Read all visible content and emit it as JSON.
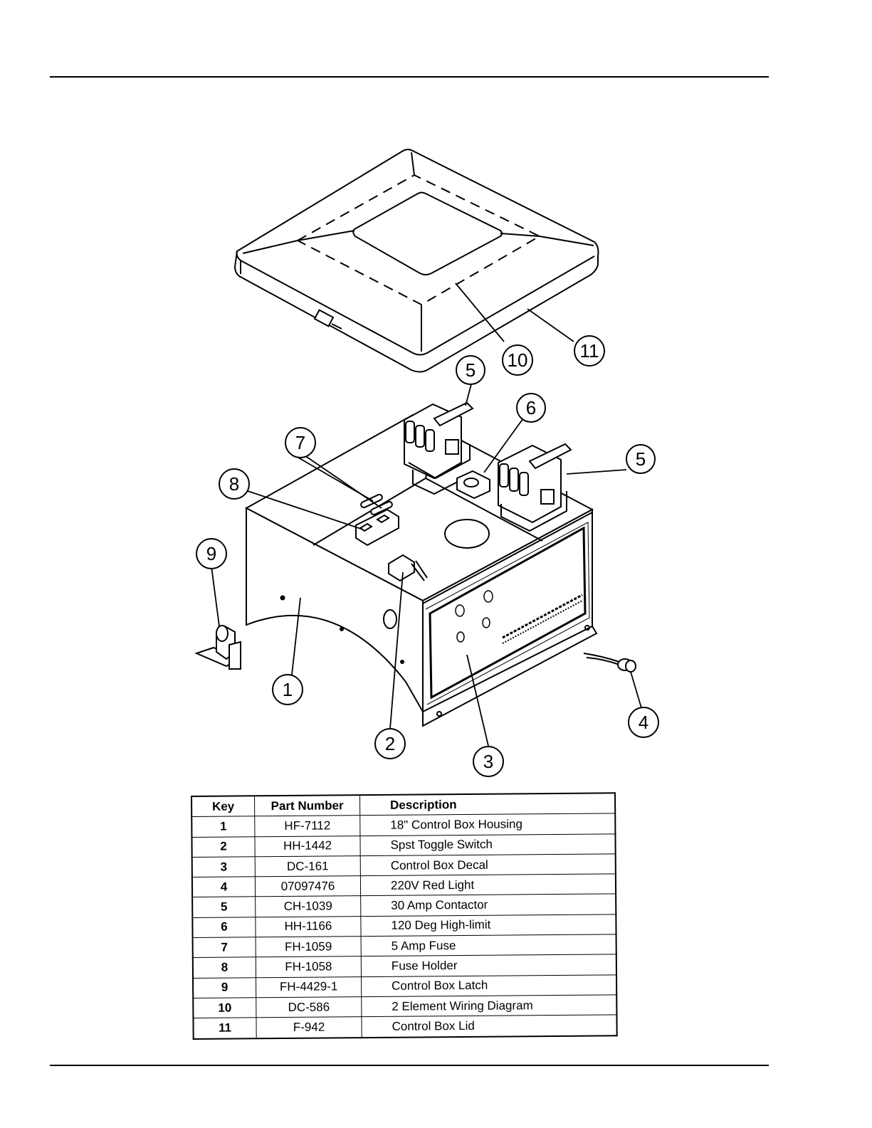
{
  "callouts": [
    {
      "id": "1",
      "label": "1"
    },
    {
      "id": "2",
      "label": "2"
    },
    {
      "id": "3",
      "label": "3"
    },
    {
      "id": "4",
      "label": "4"
    },
    {
      "id": "5a",
      "label": "5"
    },
    {
      "id": "5b",
      "label": "5"
    },
    {
      "id": "6",
      "label": "6"
    },
    {
      "id": "7",
      "label": "7"
    },
    {
      "id": "8",
      "label": "8"
    },
    {
      "id": "9",
      "label": "9"
    },
    {
      "id": "10",
      "label": "10"
    },
    {
      "id": "11",
      "label": "11"
    }
  ],
  "parts_table": {
    "headers": {
      "key": "Key",
      "part_number": "Part Number",
      "description": "Description"
    },
    "rows": [
      {
        "key": "1",
        "part_number": "HF-7112",
        "description": "18\" Control Box Housing"
      },
      {
        "key": "2",
        "part_number": "HH-1442",
        "description": "Spst Toggle Switch"
      },
      {
        "key": "3",
        "part_number": "DC-161",
        "description": "Control Box Decal"
      },
      {
        "key": "4",
        "part_number": "07097476",
        "description": "220V Red Light"
      },
      {
        "key": "5",
        "part_number": "CH-1039",
        "description": "30 Amp Contactor"
      },
      {
        "key": "6",
        "part_number": "HH-1166",
        "description": "120 Deg High-limit"
      },
      {
        "key": "7",
        "part_number": "FH-1059",
        "description": "5 Amp Fuse"
      },
      {
        "key": "8",
        "part_number": "FH-1058",
        "description": "Fuse Holder"
      },
      {
        "key": "9",
        "part_number": "FH-4429-1",
        "description": "Control Box Latch"
      },
      {
        "key": "10",
        "part_number": "DC-586",
        "description": "2 Element Wiring Diagram"
      },
      {
        "key": "11",
        "part_number": "F-942",
        "description": "Control Box Lid"
      }
    ]
  }
}
